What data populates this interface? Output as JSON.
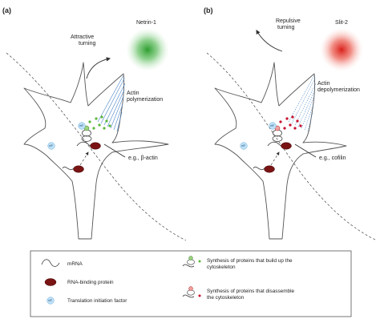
{
  "panels": {
    "a": {
      "label": "(a)",
      "cue": "Netrin-1",
      "turning": "Attractive\nturning",
      "actin": "Actin\npolymerization",
      "example": "e.g., β-actin",
      "cue_color": "#3aa83a"
    },
    "b": {
      "label": "(b)",
      "cue": "Slit-2",
      "turning": "Repulsive\nturning",
      "actin": "Actin\ndepolymerization",
      "example": "e.g., cofilin",
      "cue_color": "#e0302a"
    }
  },
  "eif_glyph_text": "eIF",
  "legend": {
    "mrna": "mRNA",
    "rbp": "RNA-binding protein",
    "eif": "Translation initiation factor",
    "build": "Synthesis of proteins that build up the\ncytoskeleton",
    "disassemble": "Synthesis of proteins that disassemble\nthe cytoskeleton"
  },
  "colors": {
    "rbp": "#7a1414",
    "eif": "#bfe0f7",
    "build_dot": "#5cb83a",
    "disassemble_dot": "#c8102e",
    "actin": "#4a86c8"
  }
}
